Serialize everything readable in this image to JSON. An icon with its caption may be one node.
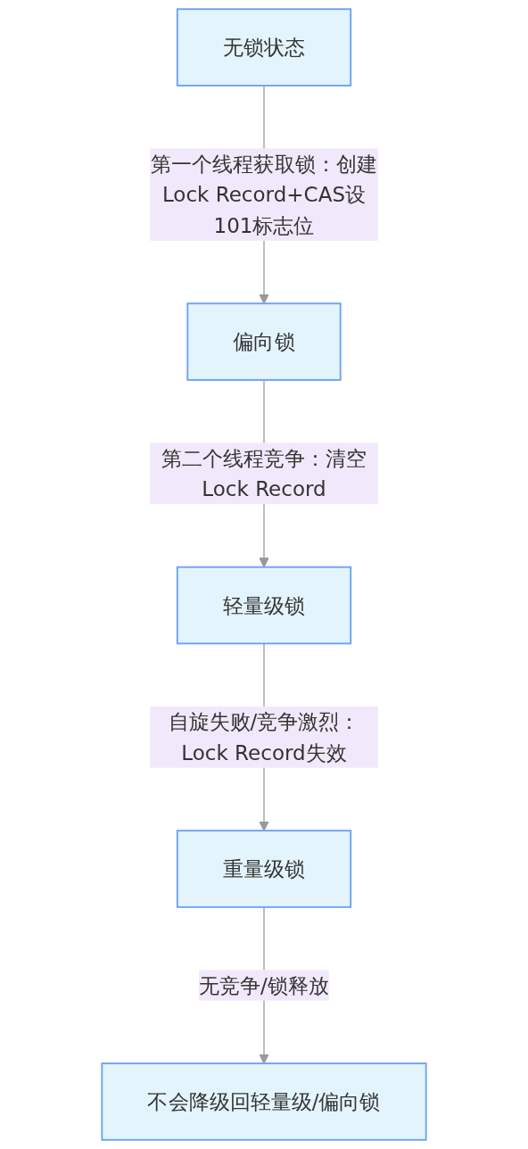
{
  "diagram": {
    "nodes": [
      {
        "text": [
          "无锁状态"
        ]
      },
      {
        "text": [
          "偏向锁"
        ]
      },
      {
        "text": [
          "轻量级锁"
        ]
      },
      {
        "text": [
          "重量级锁"
        ]
      },
      {
        "text": [
          "不会降级回轻量级/偏向锁"
        ]
      }
    ],
    "edges": [
      {
        "from": 0,
        "to": 1,
        "arrow": "to",
        "label": "第一个线程获取锁：创建Lock Record+CAS设101标志位"
      },
      {
        "from": 1,
        "to": 2,
        "arrow": "to",
        "label": "第二个线程竞争：清空Lock Record"
      },
      {
        "from": 2,
        "to": 3,
        "arrow": "to",
        "label": "自旋失败/竞争激烈：Lock Record失效"
      },
      {
        "from": 3,
        "to": 4,
        "arrow": "to",
        "label": "无竞争/锁释放"
      }
    ]
  }
}
